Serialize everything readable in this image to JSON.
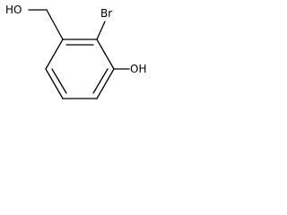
{
  "molecule": {
    "labels": {
      "hydroxymethyl": "HO",
      "bromine": "Br",
      "phenol_hydroxyl": "OH"
    },
    "colors": {
      "bond": "#000000",
      "text": "#000000",
      "background": "#ffffff"
    }
  }
}
